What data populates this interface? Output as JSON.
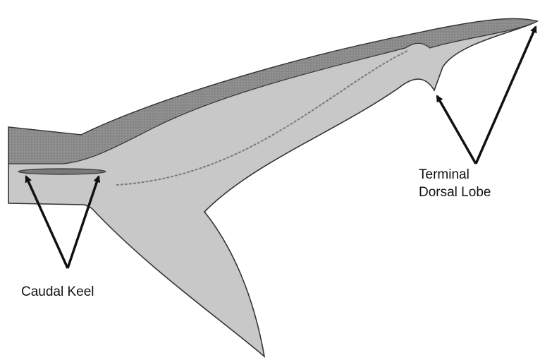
{
  "labels": {
    "caudal_keel": "Caudal Keel",
    "terminal_dorsal_lobe_line1": "Terminal",
    "terminal_dorsal_lobe_line2": "Dorsal Lobe"
  },
  "colors": {
    "fin_fill": "#c8c8c8",
    "dorsal_fill": "#8a8a8a",
    "outline": "#333333",
    "arrow": "#111111",
    "background": "#ffffff"
  }
}
